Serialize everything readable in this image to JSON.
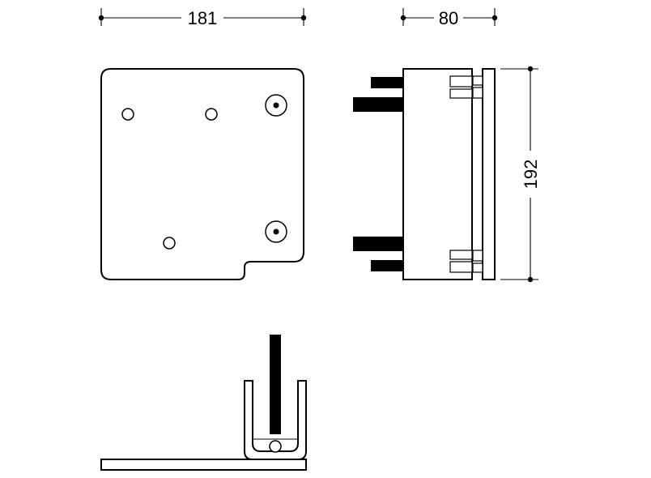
{
  "drawing": {
    "dimensions": {
      "front_width": "181",
      "side_depth": "80",
      "side_height": "192"
    },
    "colors": {
      "line": "#000000",
      "solid_fill": "#000000",
      "background": "#ffffff"
    }
  }
}
